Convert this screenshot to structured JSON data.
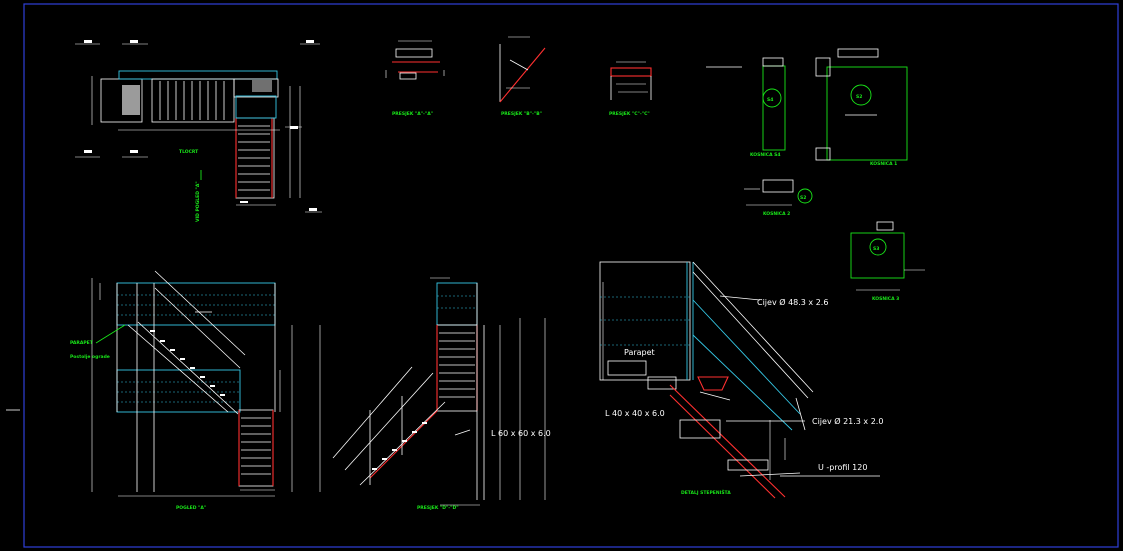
{
  "labels": {
    "tlocrt": "TLOCRT",
    "vid_pogled": "VID POGLED \"A\"",
    "presjek_aa": "PRESJEK \"A\"-\"A\"",
    "presjek_bb": "PRESJEK \"B\"-\"B\"",
    "presjek_cc": "PRESJEK \"C\"-\"C\"",
    "kosnica_s4": "KOSNICA S4",
    "kosnica_s1": "KOSNICA 1",
    "kosnica_s2": "KOSNICA 2",
    "kosnica_s3": "KOSNICA 3",
    "pogled_a": "POGLED \"A\"",
    "presjek_dd": "PRESJEK \"D\"-\"D\"",
    "detalj": "DETALJ STEPENIŠTA",
    "parapet_green": "PARAPET",
    "postolje_green": "Postolje ograde",
    "badge_s4": "S4",
    "badge_s2": "S2",
    "badge_s1": "S2",
    "badge_s3": "S3",
    "angle_section": "L 60 x 60 x 6.0",
    "cijev_top": "Cijev Ø 48.3 x 2.6",
    "parapet": "Parapet",
    "angle_detail": "L 40 x 40 x 6.0",
    "cijev_bottom": "Cijev Ø 21.3 x 2.0",
    "u_profil": "U -profil 120"
  },
  "colors": {
    "background": "#000000",
    "frame": "#2f3fd8",
    "labels_green": "#19e619",
    "stringer_red": "#ff3030",
    "rail_cyan": "#35c8e6",
    "lines_white": "#ffffff"
  }
}
